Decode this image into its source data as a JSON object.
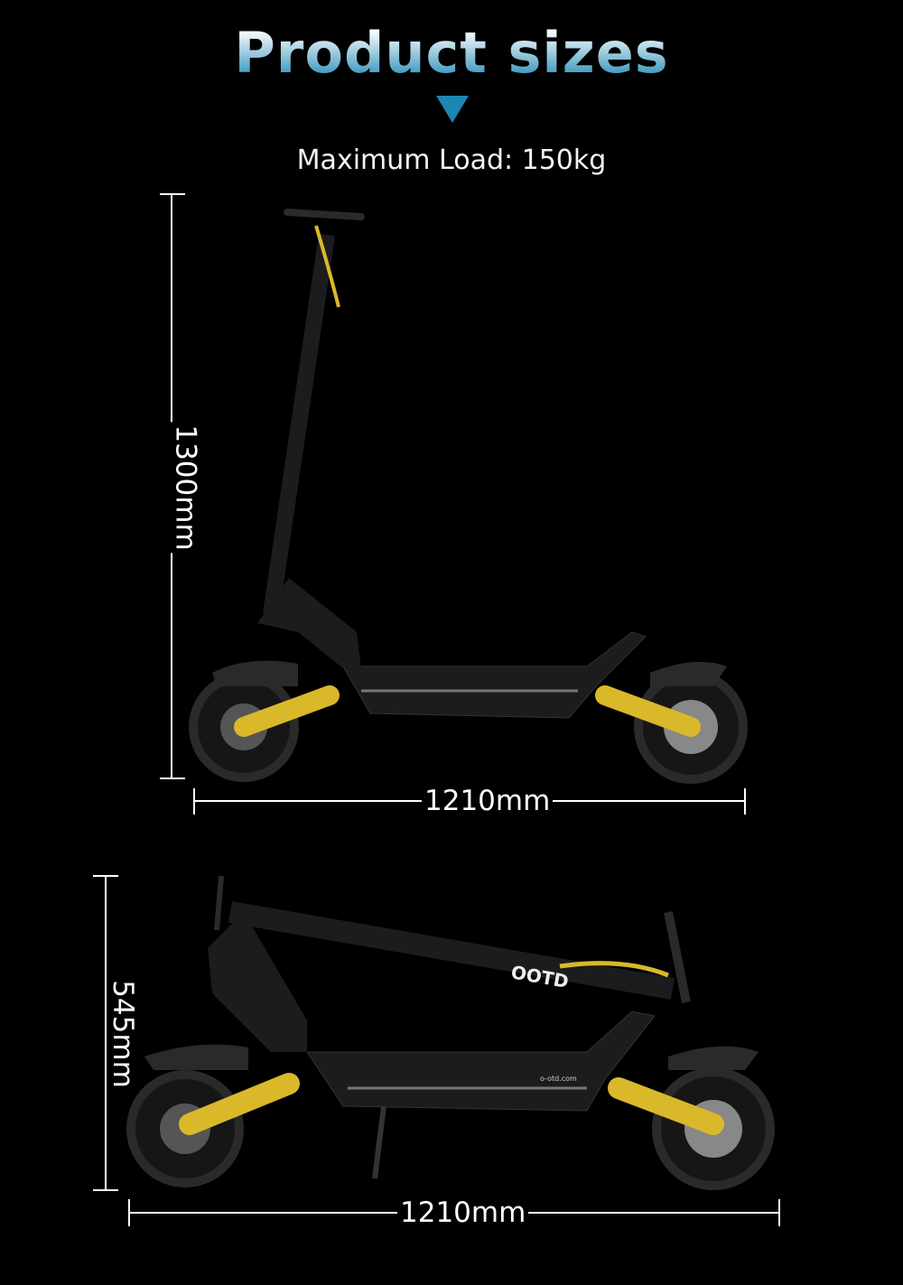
{
  "header": {
    "title": "Product sizes",
    "arrow_icon": "triangle-down-icon",
    "arrow_color": "#1d86b4",
    "max_load": "Maximum Load: 150kg"
  },
  "unfolded": {
    "height": "1300mm",
    "length": "1210mm"
  },
  "folded": {
    "height": "545mm",
    "length": "1210mm"
  },
  "brand": {
    "logo": "OOTD",
    "website": "o-otd.com"
  },
  "colors": {
    "accent_yellow": "#d9b92a",
    "frame": "#1c1c1e",
    "background": "#000000"
  }
}
